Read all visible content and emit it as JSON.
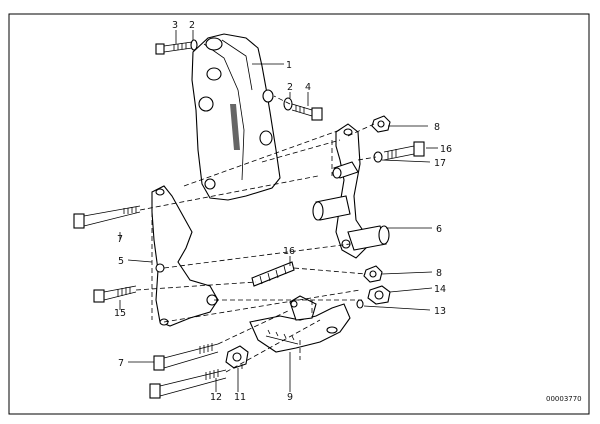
{
  "diagram": {
    "reference_number": "00003770",
    "callouts": {
      "c3a": "3",
      "c2a": "2",
      "c1": "1",
      "c2b": "2",
      "c4": "4",
      "c8a": "8",
      "c16a": "16",
      "c17": "17",
      "c7a": "7",
      "c6": "6",
      "c5": "5",
      "c16b": "16",
      "c15": "15",
      "c8b": "8",
      "c14": "14",
      "c13": "13",
      "c7b": "7",
      "c12": "12",
      "c11": "11",
      "c9": "9"
    }
  }
}
